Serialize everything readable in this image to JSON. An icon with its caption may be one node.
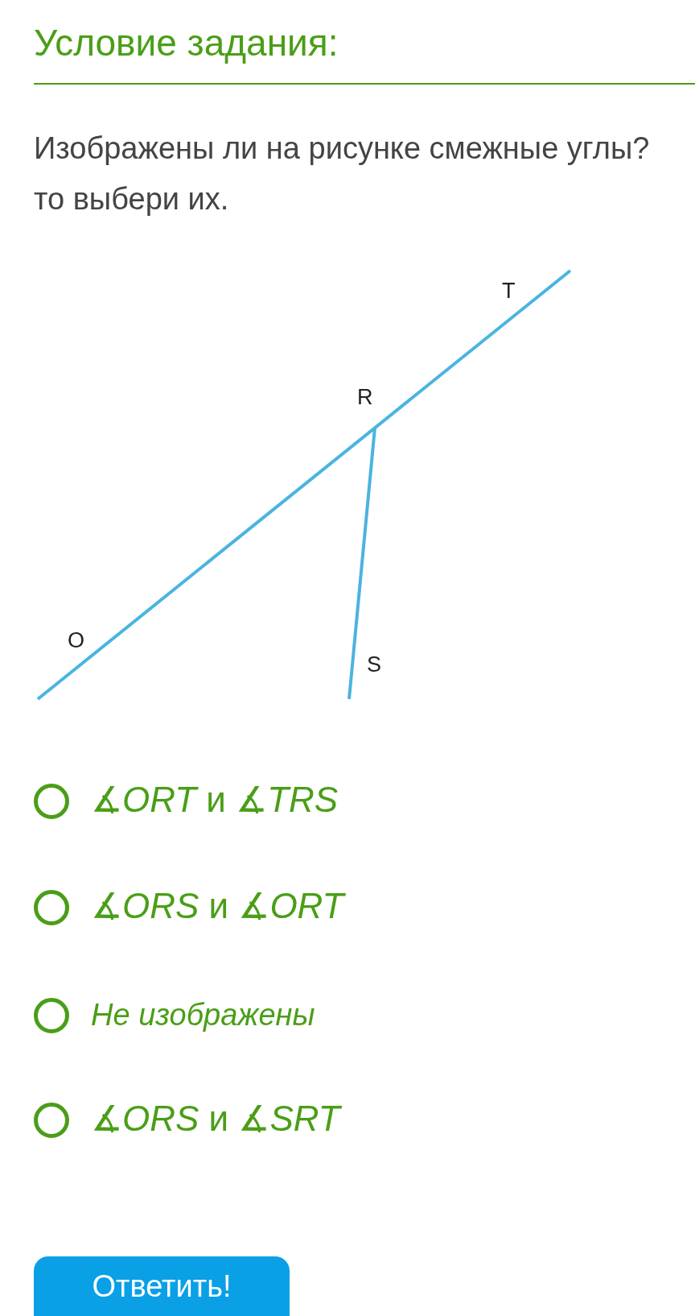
{
  "diagram": {
    "title": "Условие задания:",
    "labels": [
      "Изображены ли на рисунке смежные углы?",
      "то выбери их.",
      "T",
      "R",
      "O",
      "S",
      "∡*ORT* и ∡*TRS*",
      "∡*ORS* и ∡*ORT*",
      "Не изображены",
      "∡*ORS* и ∡*SRT*",
      "Ответить!"
    ]
  }
}
